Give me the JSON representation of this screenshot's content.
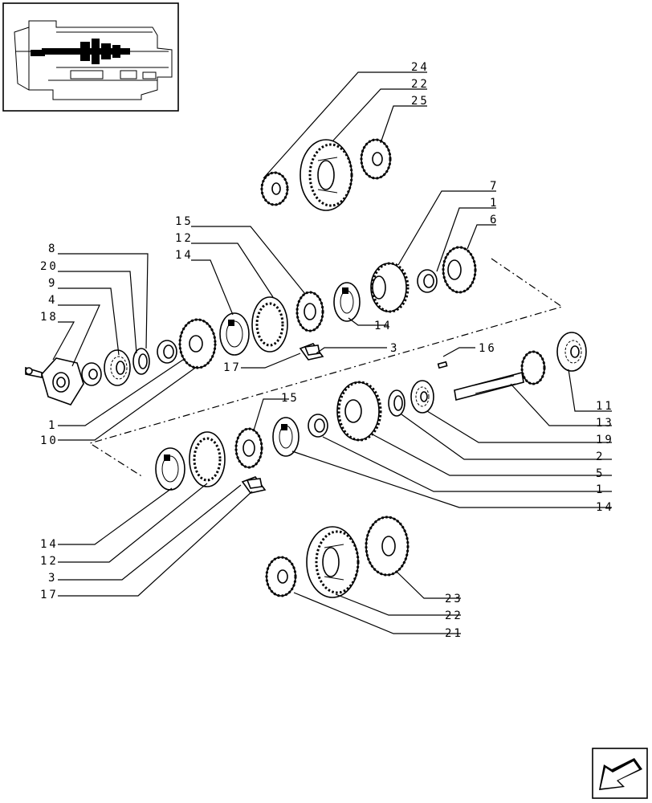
{
  "callouts": {
    "c24": "24",
    "c22_top": "22",
    "c25": "25",
    "c7": "7",
    "c1_top": "1",
    "c6": "6",
    "c15_top": "15",
    "c12_top": "12",
    "c14_top": "14",
    "c8": "8",
    "c20": "20",
    "c9": "9",
    "c4": "4",
    "c18": "18",
    "c14_mid": "14",
    "c3_mid": "3",
    "c17_mid": "17",
    "c16": "16",
    "c1_left": "1",
    "c10": "10",
    "c11": "11",
    "c13": "13",
    "c19": "19",
    "c2": "2",
    "c5": "5",
    "c1_right": "1",
    "c14_right": "14",
    "c15_low": "15",
    "c14_low": "14",
    "c12_low": "12",
    "c3_low": "3",
    "c17_low": "17",
    "c23": "23",
    "c22_bottom": "22",
    "c21": "21"
  }
}
